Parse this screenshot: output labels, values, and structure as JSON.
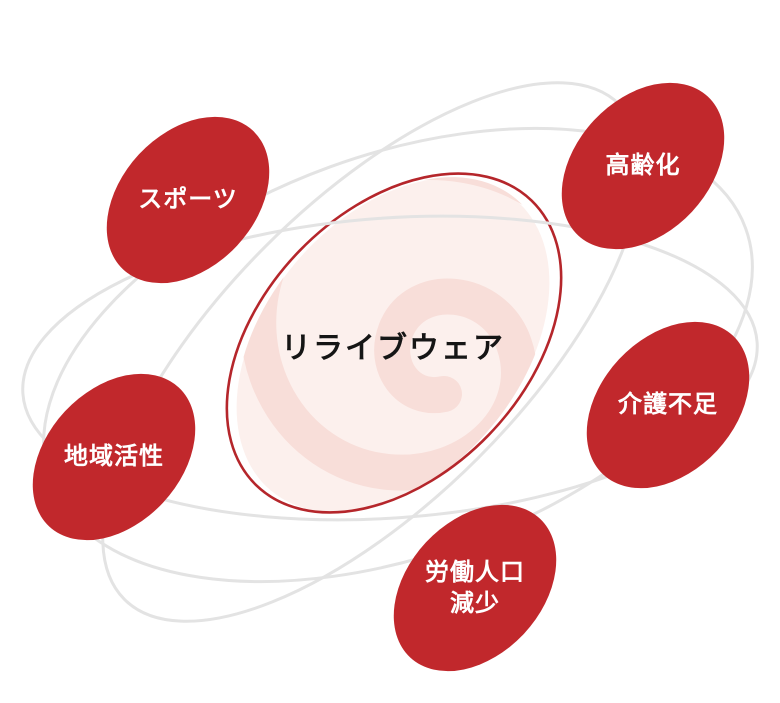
{
  "diagram": {
    "center_node": {
      "label": "リライブウェア"
    },
    "satellite_nodes": [
      {
        "id": "sports",
        "label": "スポーツ"
      },
      {
        "id": "aging",
        "label": "高齢化"
      },
      {
        "id": "care-shortage",
        "label": "介護不足"
      },
      {
        "id": "regional-vitality",
        "label": "地域活性"
      },
      {
        "id": "labor-decline",
        "label": "労働人口\n減少"
      }
    ],
    "icons": [
      {
        "name": "relive-swirl-icon",
        "description": "pale swirl mark inside center ellipse"
      }
    ]
  },
  "colors": {
    "background": "#ffffff",
    "satellite-fill": "#c1282c",
    "satellite-text": "#ffffff",
    "center-fill": "#fcf0ed",
    "center-text": "#151515",
    "center-ring": "#b5262b",
    "swirl": "#f8ded9",
    "orbit-line": "#e3e3e3"
  }
}
